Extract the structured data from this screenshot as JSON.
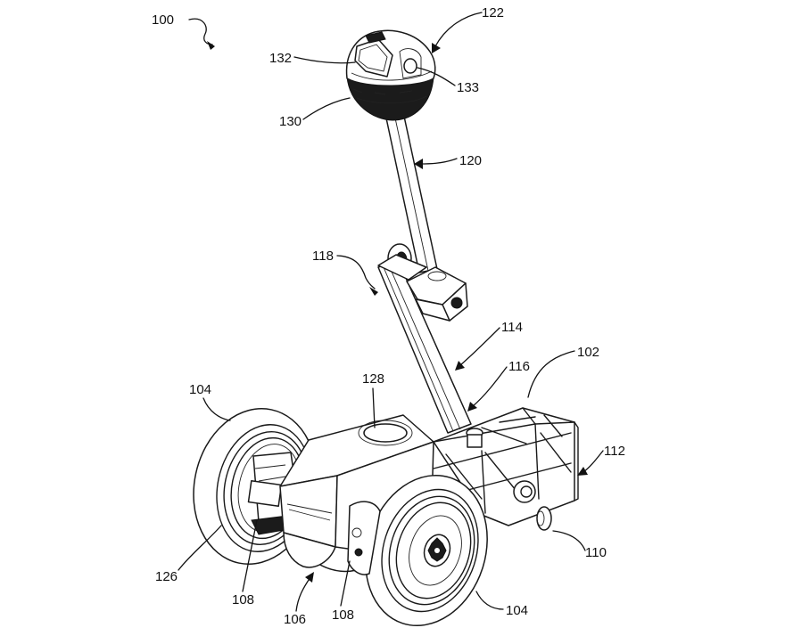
{
  "figure": {
    "title": "Robot assembly patent drawing",
    "colors": {
      "line": "#1a1a1a",
      "background": "#ffffff"
    },
    "reference_labels": [
      {
        "id": "robot",
        "text": "100"
      },
      {
        "id": "head",
        "text": "122"
      },
      {
        "id": "screen",
        "text": "132"
      },
      {
        "id": "camera",
        "text": "133"
      },
      {
        "id": "head-base",
        "text": "130"
      },
      {
        "id": "upper-mast",
        "text": "120"
      },
      {
        "id": "mast-joint",
        "text": "118"
      },
      {
        "id": "lower-mast",
        "text": "114"
      },
      {
        "id": "mast-mount",
        "text": "116"
      },
      {
        "id": "frame",
        "text": "102"
      },
      {
        "id": "rear-end",
        "text": "112"
      },
      {
        "id": "caster",
        "text": "110"
      },
      {
        "id": "top-opening",
        "text": "128"
      },
      {
        "id": "left-wheel",
        "text": "104"
      },
      {
        "id": "right-wheel",
        "text": "104"
      },
      {
        "id": "drive-motor",
        "text": "126"
      },
      {
        "id": "hub-left",
        "text": "108"
      },
      {
        "id": "hub-right",
        "text": "108"
      },
      {
        "id": "front-body",
        "text": "106"
      }
    ]
  }
}
